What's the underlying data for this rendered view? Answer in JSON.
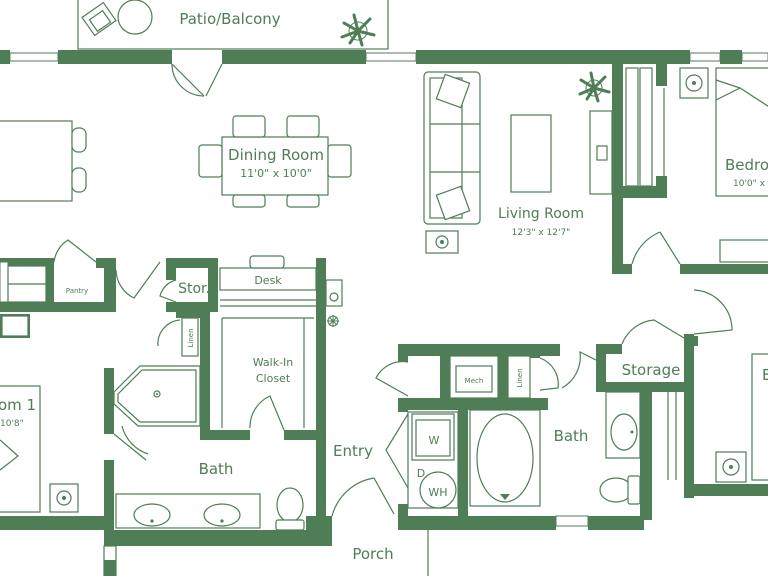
{
  "colors": {
    "wall": "#4f7d55",
    "background": "#ffffff"
  },
  "rooms": {
    "patio": {
      "name": "Patio/Balcony"
    },
    "dining": {
      "name": "Dining Room",
      "dims": "11'0\" x 10'0\""
    },
    "living": {
      "name": "Living Room",
      "dims": "12'3\" x 12'7\""
    },
    "bedroom2": {
      "name": "Bedro",
      "dims": "10'0\" x"
    },
    "bedroom1": {
      "name": "om 1",
      "dims": "10'8\""
    },
    "pantry": {
      "name": "Pantry"
    },
    "stor": {
      "name": "Stor."
    },
    "desk": {
      "name": "Desk"
    },
    "linen1": {
      "name": "Linen"
    },
    "walkin": {
      "name": "Walk-In",
      "name2": "Closet"
    },
    "bath1": {
      "name": "Bath"
    },
    "entry": {
      "name": "Entry"
    },
    "porch": {
      "name": "Porch"
    },
    "mech": {
      "name": "Mech"
    },
    "linen2": {
      "name": "Linen"
    },
    "bath2": {
      "name": "Bath"
    },
    "storage": {
      "name": "Storage"
    },
    "washer": {
      "name": "W"
    },
    "dryer": {
      "name": "D"
    },
    "waterheater": {
      "name": "WH"
    },
    "bedroom3": {
      "name": "B"
    }
  }
}
